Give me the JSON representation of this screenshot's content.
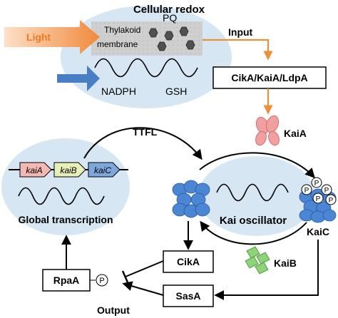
{
  "title": "Cellular redox",
  "light": "Light",
  "thylakoid": [
    "Thylakoid",
    "membrane"
  ],
  "pq": "PQ",
  "nadph": "NADPH",
  "gsh": "GSH",
  "input": "Input",
  "input_proteins": "CikA/KaiA/LdpA",
  "kaia": "KaiA",
  "ttfl": "TTFL",
  "genes": [
    "kaiA",
    "kaiB",
    "kaiC"
  ],
  "global_transcription": "Global transcription",
  "kai_oscillator": "Kai oscillator",
  "kaic": "KaiC",
  "kaib": "KaiB",
  "phospho": "P",
  "cika": "CikA",
  "sasa": "SasA",
  "rpaa": "RpaA",
  "output": "Output",
  "colors": {
    "ellipse_fill": "#d6e6f3",
    "light_arrow": "#f08a3c",
    "input_arrow": "#e8903a",
    "blue_arrow": "#4a7ec4",
    "kaia_pink": "#f0a0a0",
    "kaib_green": "#8fd27a",
    "kaic_blue": "#4a86d4",
    "gene_kaiA": "#f4b8b4",
    "gene_kaiB": "#e6efb8",
    "gene_kaiC": "#7ea8dc"
  }
}
